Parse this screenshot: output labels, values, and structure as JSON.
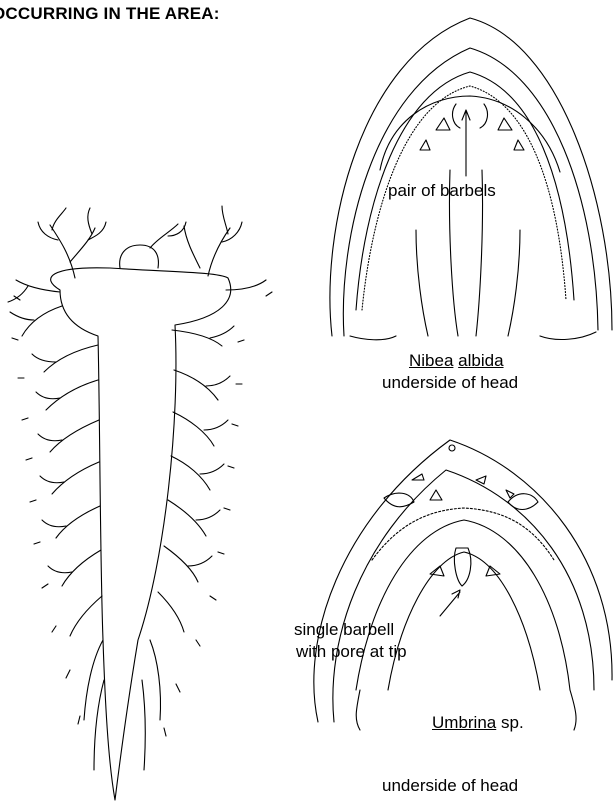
{
  "heading": "OCCURRING IN THE AREA:",
  "nibea": {
    "pointer_label": "pair of barbels",
    "genus": "Nibea",
    "species": "albida",
    "caption": "underside of head"
  },
  "umbrina": {
    "pointer_label_line1": "single barbell",
    "pointer_label_line2": "with pore at tip",
    "genus": "Umbrina",
    "suffix": "sp.",
    "caption": "underside of head"
  }
}
